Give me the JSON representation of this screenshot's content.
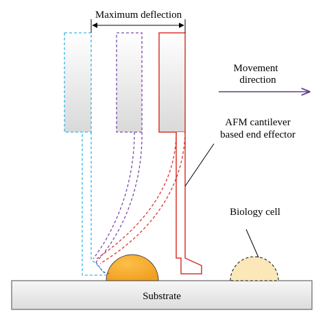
{
  "labels": {
    "max_deflection": "Maximum deflection",
    "movement_line1": "Movement",
    "movement_line2": "direction",
    "afm_line1": "AFM cantilever",
    "afm_line2": "based end effector",
    "biology_cell": "Biology cell",
    "substrate": "Substrate"
  },
  "colors": {
    "cyan_cantilever": "#39b3e6",
    "purple_cantilever": "#7b4aa8",
    "red_cantilever": "#d9342b",
    "movement_arrow": "#5b3f8c",
    "attached_cell": "#f5a623",
    "biology_cell_fill": "#fbe7b8",
    "substrate_fill": "#ececec"
  },
  "icons": {
    "movement": "right-arrow-icon",
    "deflection": "double-headed-arrow-icon"
  }
}
